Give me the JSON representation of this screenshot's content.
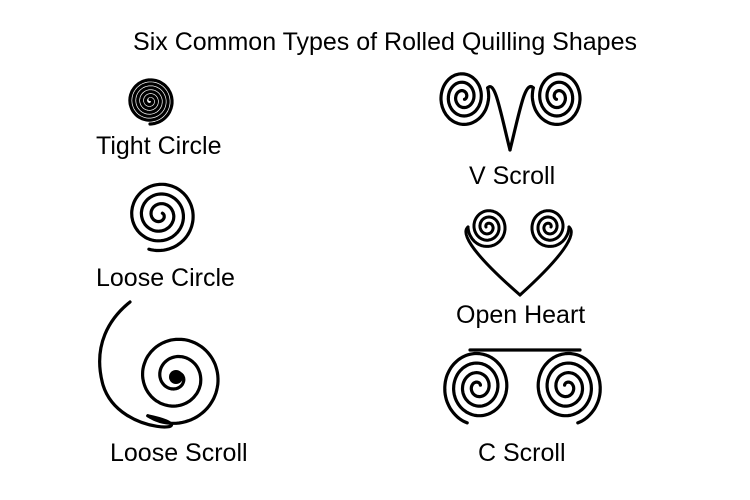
{
  "title": "Six Common Types of Rolled Quilling Shapes",
  "shapes": [
    {
      "label": "Tight Circle"
    },
    {
      "label": "Loose Circle"
    },
    {
      "label": "Loose Scroll"
    },
    {
      "label": "V Scroll"
    },
    {
      "label": "Open Heart"
    },
    {
      "label": "C Scroll"
    }
  ]
}
